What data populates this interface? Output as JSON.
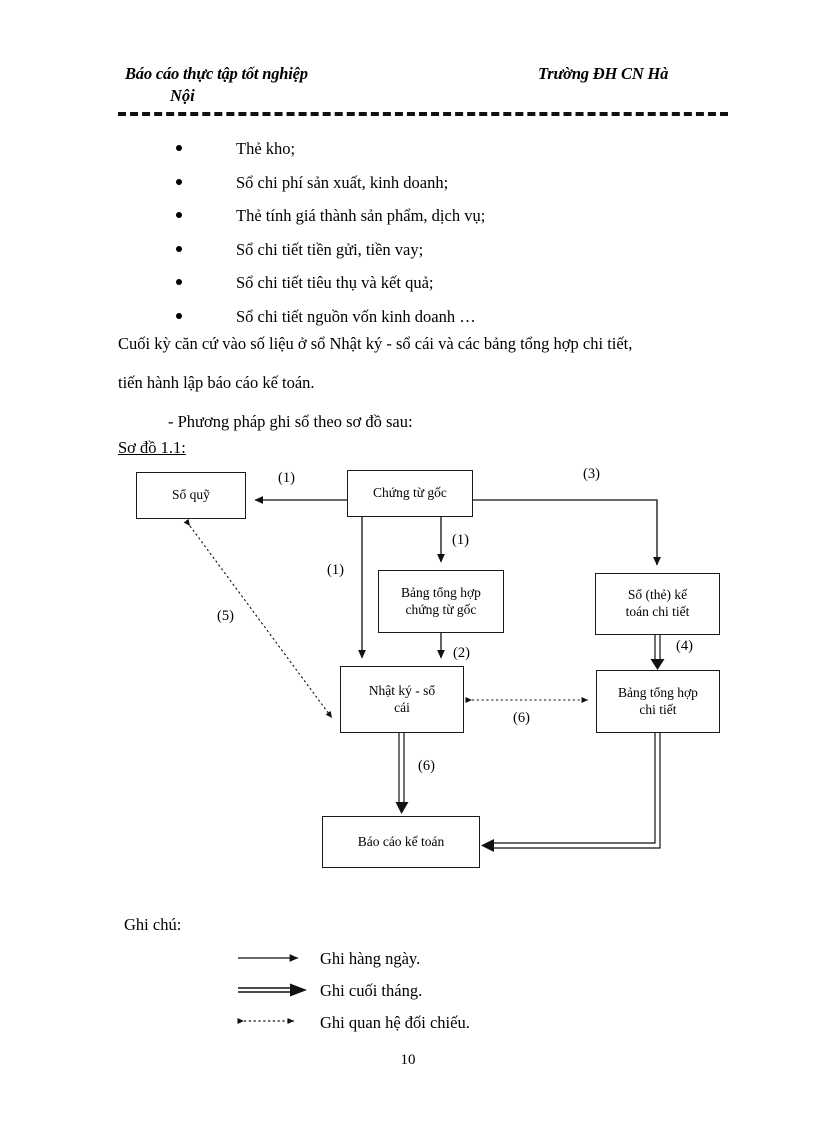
{
  "header": {
    "left_line1": "Báo cáo thực tập tốt nghiệp",
    "left_line2": "Nội",
    "right_line1": "Trường ĐH CN Hà"
  },
  "bullets": [
    "Thẻ kho;",
    "Sổ chi phí sản xuất, kinh doanh;",
    "Thẻ tính giá thành sản phẩm, dịch vụ;",
    "Sổ chi tiết tiền gửi, tiền vay;",
    "Sổ chi tiết tiêu thụ và kết quả;",
    "Sổ chi tiết nguồn vốn kinh doanh …"
  ],
  "paragraphs": {
    "line1": "Cuối kỳ căn cứ vào số liệu  ở sổ Nhật ký - sổ cái và các bảng tổng hợp chi tiết,",
    "line2": "tiến hành lập báo cáo kế toán.",
    "line3": "- Phương pháp ghi sổ theo sơ đồ sau:",
    "figure_caption": "Sơ đồ 1.1:"
  },
  "diagram": {
    "boxes": {
      "cash_book": "Sổ quỹ",
      "source_document": "Chứng từ gốc",
      "source_summary": "Bảng tổng hợp\nchứng từ gốc",
      "detail_ledger": "Sổ (thẻ) kế\ntoán chi tiết",
      "journal_ledger": "Nhật ký - sổ\ncái",
      "detail_summary": "Bảng tổng hợp\nchi tiết",
      "accounting_report": "Báo cáo kế toán"
    },
    "edge_labels": {
      "to_cash_book": "(1)",
      "to_detail_ledger": "(3)",
      "to_source_summary": "(1)",
      "doc_to_journal": "(1)",
      "cash_to_journal": "(5)",
      "summary_to_journal": "(2)",
      "detail_to_summary": "(4)",
      "journal_to_detail_summary": "(6)",
      "journal_to_report": "(6)"
    }
  },
  "legend": {
    "title": "Ghi chú:",
    "items": [
      {
        "arrow": "single-arrow-icon",
        "text": "Ghi hàng ngày."
      },
      {
        "arrow": "double-arrow-icon",
        "text": "Ghi cuối tháng."
      },
      {
        "arrow": "dotted-bidirectional-arrow-icon",
        "text": "Ghi quan hệ đối chiếu."
      }
    ]
  },
  "footer": {
    "page_number": "10"
  },
  "colors": {
    "ink": "#000000",
    "paper": "#ffffff",
    "line": "#1a1a1a"
  }
}
